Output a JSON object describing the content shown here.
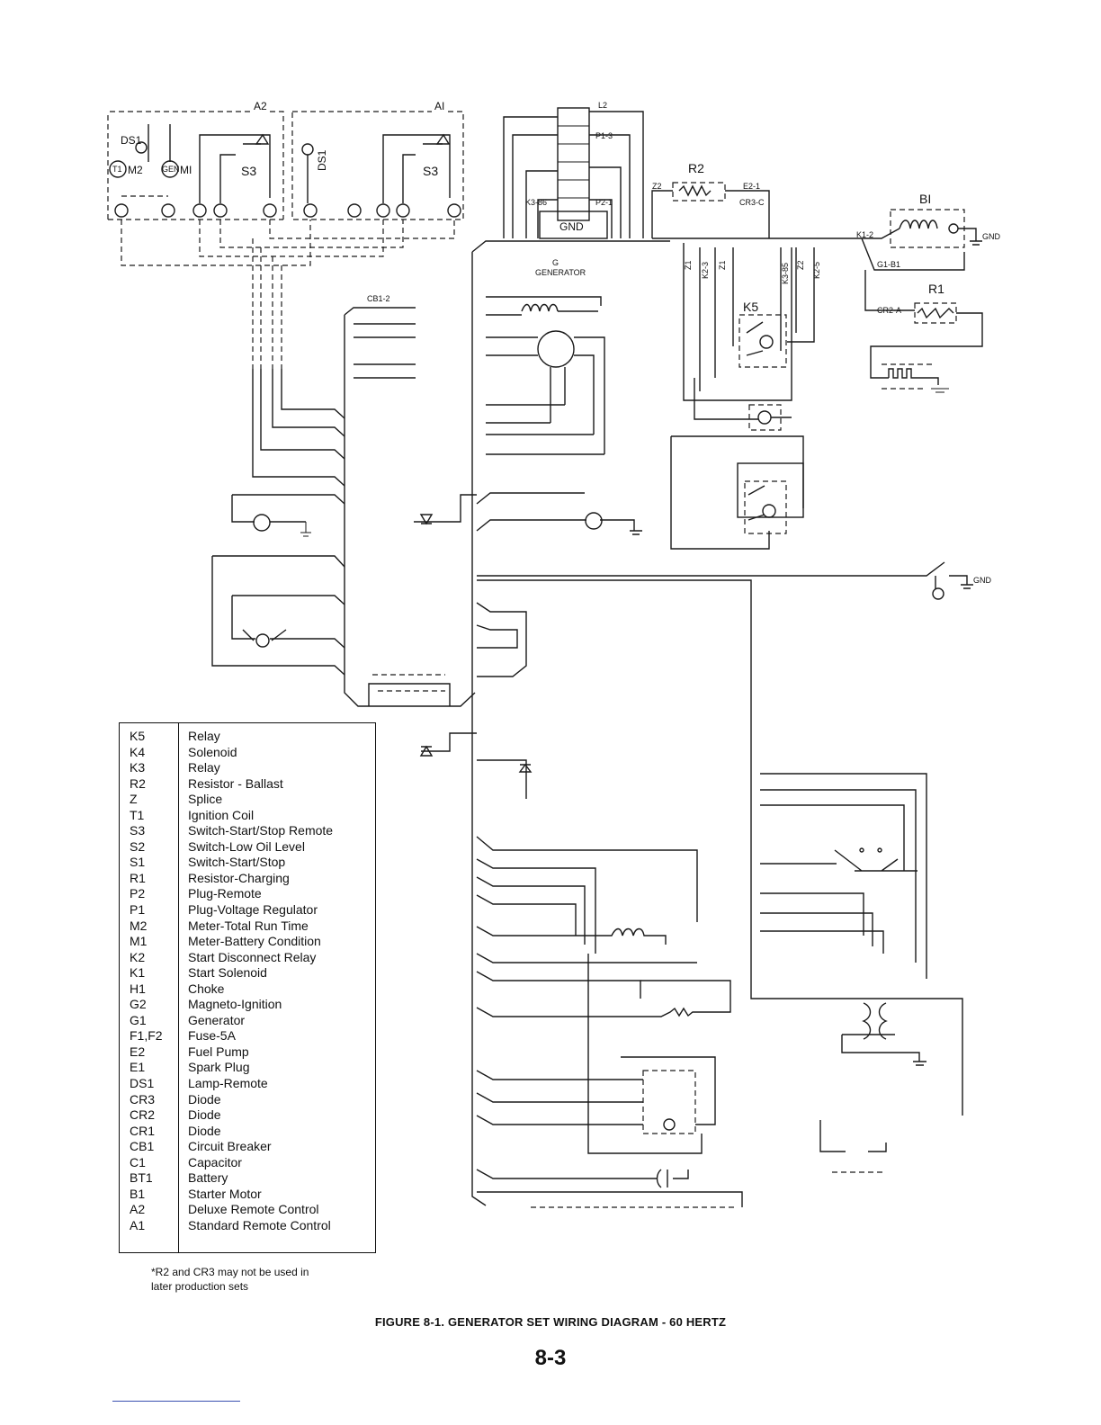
{
  "diagram": {
    "labels": {
      "a2": "A2",
      "a1": "AI",
      "ds1": "DS1",
      "ds1_vertical": "DS1",
      "m2": "M2",
      "m1": "MI",
      "s3_a2": "S3",
      "s3_a1": "S3",
      "t1_m2": "T1",
      "gen_m1": "GEN",
      "l2": "L2",
      "p1_3": "P1-3",
      "gnd_terminal": "GND",
      "p2_1": "P2-1",
      "k3_86": "K3-86",
      "r2": "R2",
      "z2": "Z2",
      "e2_1": "E2-1",
      "cr3_c": "CR3-C",
      "b1": "BI",
      "k1_2": "K1-2",
      "gnd_b1": "GND",
      "g1_b1": "G1-B1",
      "r1": "R1",
      "cr2_a": "CR2-A",
      "k5": "K5",
      "z1": "Z1",
      "k2_3": "K2-3",
      "z1b": "Z1",
      "k3_85": "K3-85",
      "z2b": "Z2",
      "k2_5": "K2-5",
      "cb1_2": "CB1-2",
      "gen_c": "G",
      "generator": "GENERATOR",
      "gnd_s1": "GND"
    }
  },
  "legend": [
    {
      "code": "K5",
      "desc": "Relay"
    },
    {
      "code": "K4",
      "desc": "Solenoid"
    },
    {
      "code": "K3",
      "desc": "Relay"
    },
    {
      "code": "R2",
      "desc": "Resistor - Ballast"
    },
    {
      "code": "Z",
      "desc": "Splice"
    },
    {
      "code": "T1",
      "desc": "Ignition Coil"
    },
    {
      "code": "S3",
      "desc": "Switch-Start/Stop Remote"
    },
    {
      "code": "S2",
      "desc": "Switch-Low Oil Level"
    },
    {
      "code": "S1",
      "desc": "Switch-Start/Stop"
    },
    {
      "code": "R1",
      "desc": "Resistor-Charging"
    },
    {
      "code": "P2",
      "desc": "Plug-Remote"
    },
    {
      "code": "P1",
      "desc": "Plug-Voltage Regulator"
    },
    {
      "code": "M2",
      "desc": "Meter-Total Run Time"
    },
    {
      "code": "M1",
      "desc": "Meter-Battery Condition"
    },
    {
      "code": "K2",
      "desc": "Start Disconnect Relay"
    },
    {
      "code": "K1",
      "desc": "Start Solenoid"
    },
    {
      "code": "H1",
      "desc": "Choke"
    },
    {
      "code": "G2",
      "desc": "Magneto-Ignition"
    },
    {
      "code": "G1",
      "desc": "Generator"
    },
    {
      "code": "F1,F2",
      "desc": "Fuse-5A"
    },
    {
      "code": "E2",
      "desc": "Fuel Pump"
    },
    {
      "code": "E1",
      "desc": "Spark Plug"
    },
    {
      "code": "DS1",
      "desc": "Lamp-Remote"
    },
    {
      "code": "CR3",
      "desc": "Diode"
    },
    {
      "code": "CR2",
      "desc": "Diode"
    },
    {
      "code": "CR1",
      "desc": "Diode"
    },
    {
      "code": "CB1",
      "desc": "Circuit Breaker"
    },
    {
      "code": "C1",
      "desc": "Capacitor"
    },
    {
      "code": "BT1",
      "desc": "Battery"
    },
    {
      "code": "B1",
      "desc": "Starter Motor"
    },
    {
      "code": "A2",
      "desc": "Deluxe Remote Control"
    },
    {
      "code": "A1",
      "desc": "Standard Remote Control"
    }
  ],
  "footnote": {
    "line1": "*R2 and CR3 may not be used in",
    "line2": "later production sets"
  },
  "caption": "FIGURE 8-1.   GENERATOR SET WIRING DIAGRAM - 60 HERTZ",
  "page_number": "8-3"
}
